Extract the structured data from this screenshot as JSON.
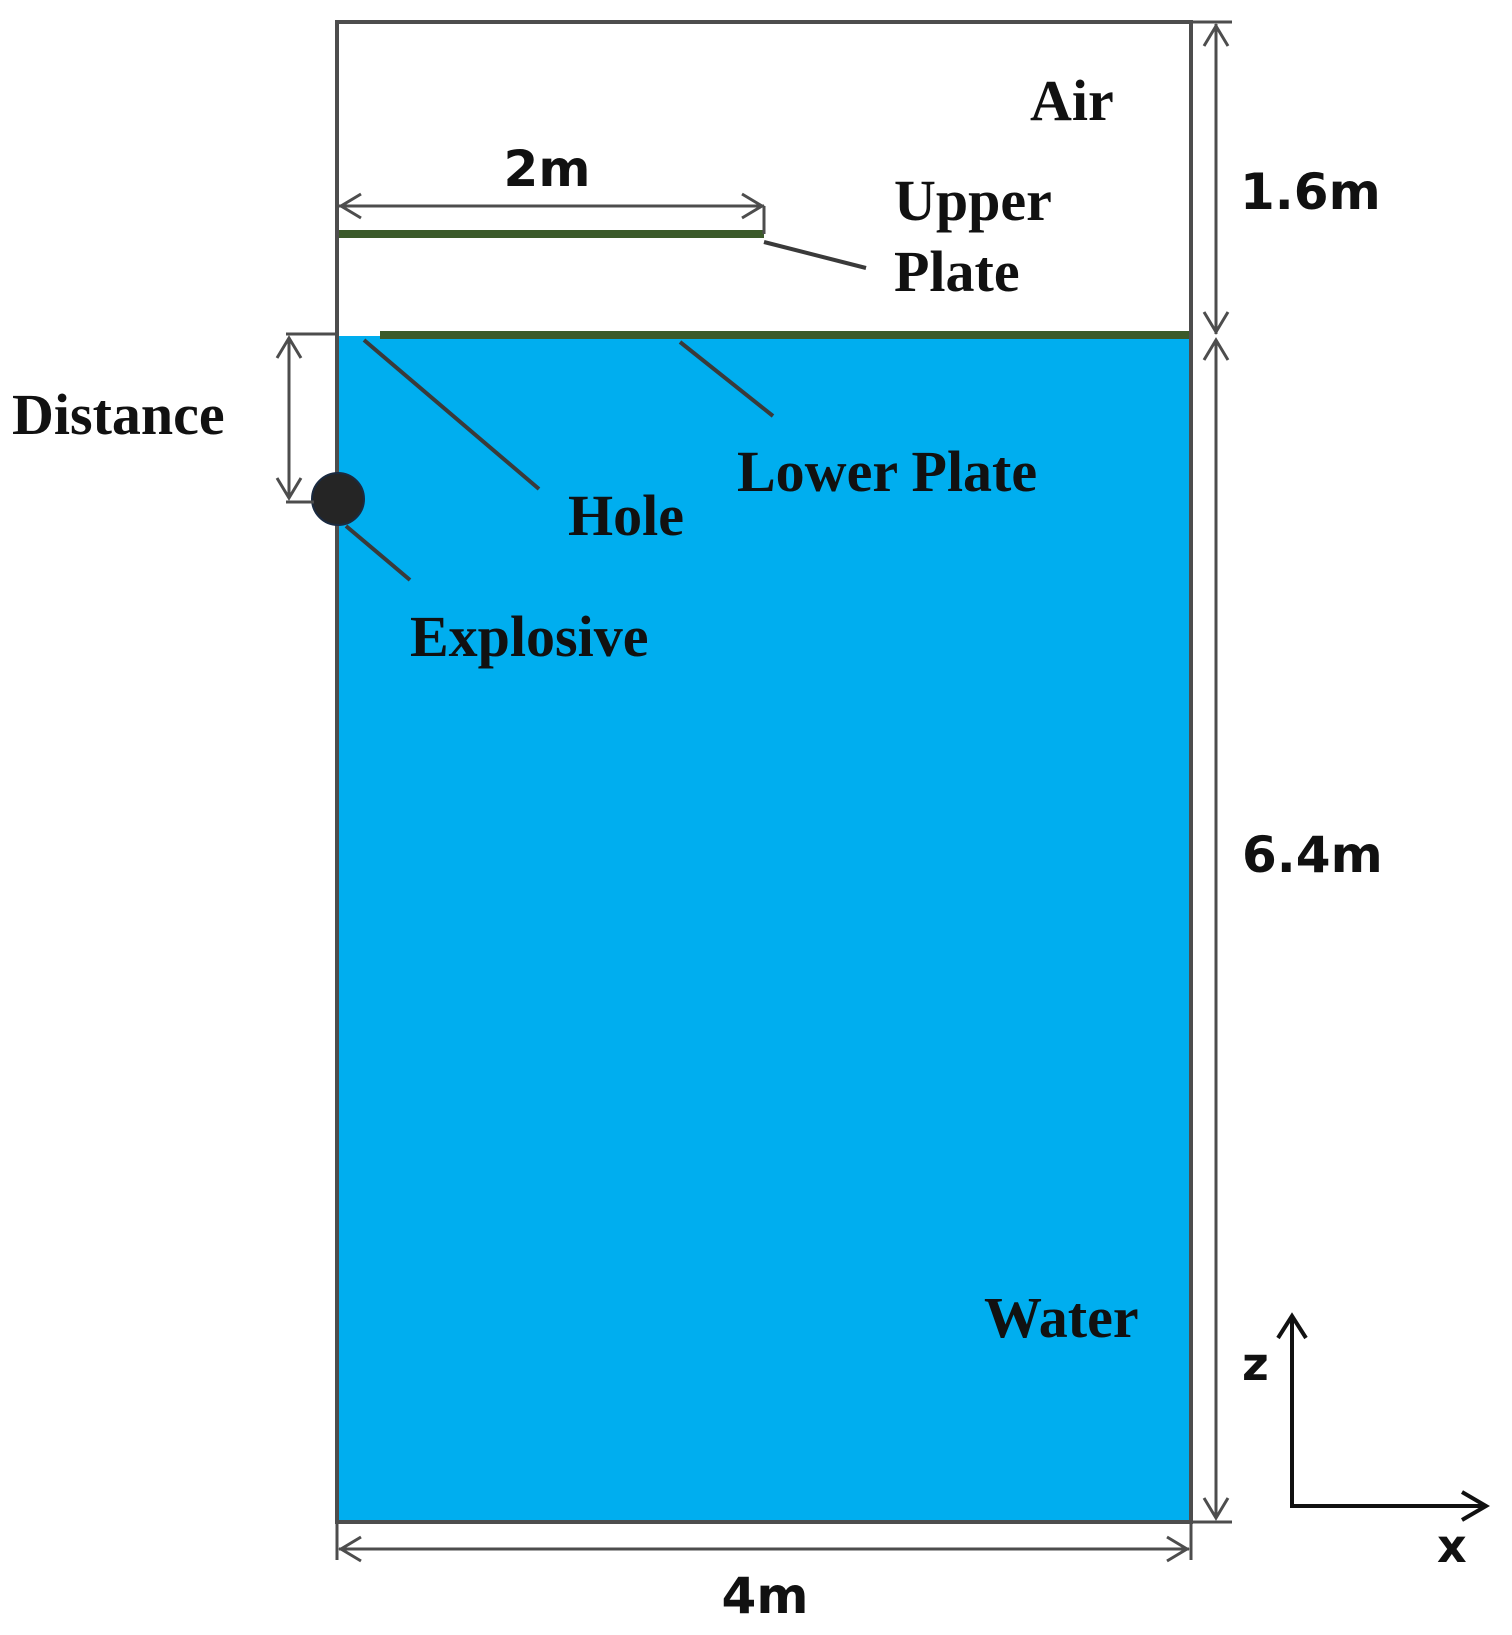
{
  "regions": {
    "air_label": "Air",
    "water_label": "Water"
  },
  "components": {
    "upper_plate_line1": "Upper",
    "upper_plate_line2": "Plate",
    "lower_plate_label": "Lower Plate",
    "hole_label": "Hole",
    "explosive_label": "Explosive",
    "distance_label": "Distance"
  },
  "dimensions": {
    "upper_plate_width": "2m",
    "air_height": "1.6m",
    "water_height": "6.4m",
    "domain_width": "4m"
  },
  "axes": {
    "vertical": "z",
    "horizontal": "x"
  },
  "colors": {
    "water": "#00aeef",
    "plate": "#3b5a2a",
    "explosive": "#252525",
    "frame": "#4d4d4d"
  }
}
